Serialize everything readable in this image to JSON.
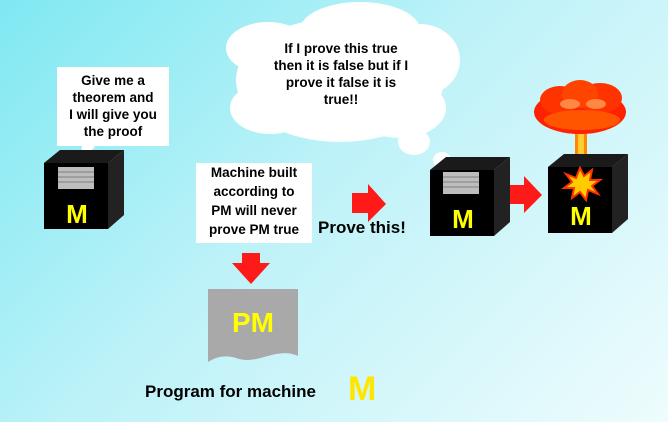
{
  "bubble_left": {
    "text": "Give me a\ntheorem and\nI will give you\nthe proof"
  },
  "thought_bubble": {
    "text": "If I prove this true\nthen it is false but if I\nprove it false it is\ntrue!!"
  },
  "caption_box": {
    "text": "Machine built\naccording to\nPM will never\nprove PM true"
  },
  "prove_label": "Prove this!",
  "program_label": "Program for machine",
  "program_letter": "M",
  "pm_document": {
    "text": "PM"
  },
  "machines": [
    {
      "letter": "M"
    },
    {
      "letter": "M"
    },
    {
      "letter": "M"
    }
  ],
  "colors": {
    "arrow": "#ff1a1a",
    "machine_letter": "#ffff00",
    "machine_body": "#000000",
    "pm_document": "#a9a9a9",
    "explosion": "#ff3300"
  }
}
